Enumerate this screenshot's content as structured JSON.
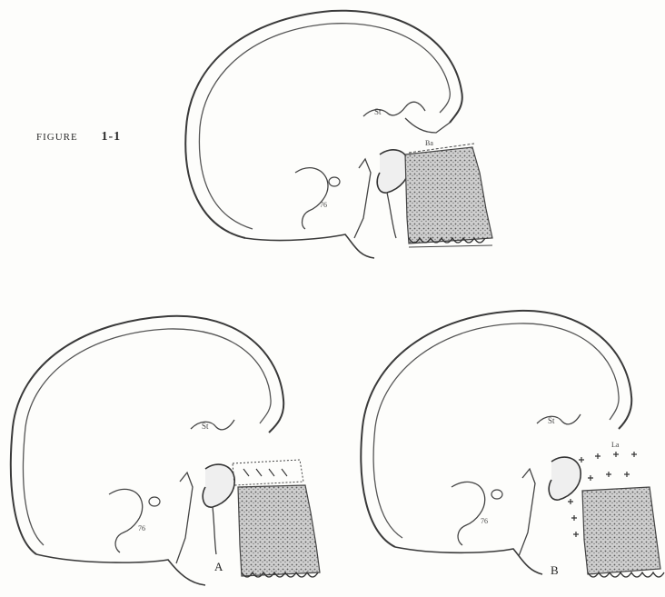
{
  "figure": {
    "label": "FIGURE",
    "number": "1-1"
  },
  "panels": {
    "a_label": "A",
    "b_label": "B"
  },
  "colors": {
    "ink": "#3a3a3a",
    "shade": "#9a9a9a",
    "paper": "#fdfdfb"
  },
  "icons": {
    "skull": "skull-sagittal-section-icon"
  }
}
